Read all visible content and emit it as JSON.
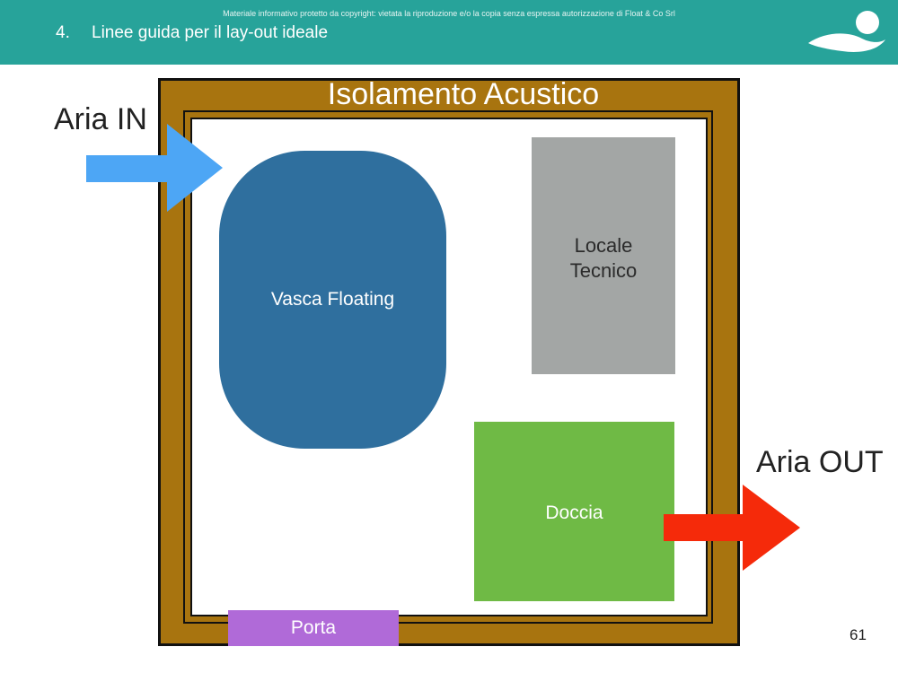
{
  "header": {
    "copyright": "Materiale informativo protetto da copyright: vietata la riproduzione e/o la copia senza espressa autorizzazione di Float & Co Srl",
    "number": "4.",
    "title": "Linee guida per il lay-out ideale",
    "bg_color": "#27a39a"
  },
  "diagram": {
    "wall_label": "Isolamento Acustico",
    "tank_label": "Vasca Floating",
    "technical_room_label_line1": "Locale",
    "technical_room_label_line2": "Tecnico",
    "shower_label": "Doccia",
    "door_label": "Porta",
    "air_in_label": "Aria IN",
    "air_out_label": "Aria OUT",
    "colors": {
      "insulation": "#a8740f",
      "tank": "#2f6f9e",
      "technical_room": "#a3a6a5",
      "shower": "#6fba45",
      "door": "#b06ad8",
      "air_in_arrow": "#4da6f5",
      "air_out_arrow": "#f52a0a"
    }
  },
  "page_number": "61"
}
